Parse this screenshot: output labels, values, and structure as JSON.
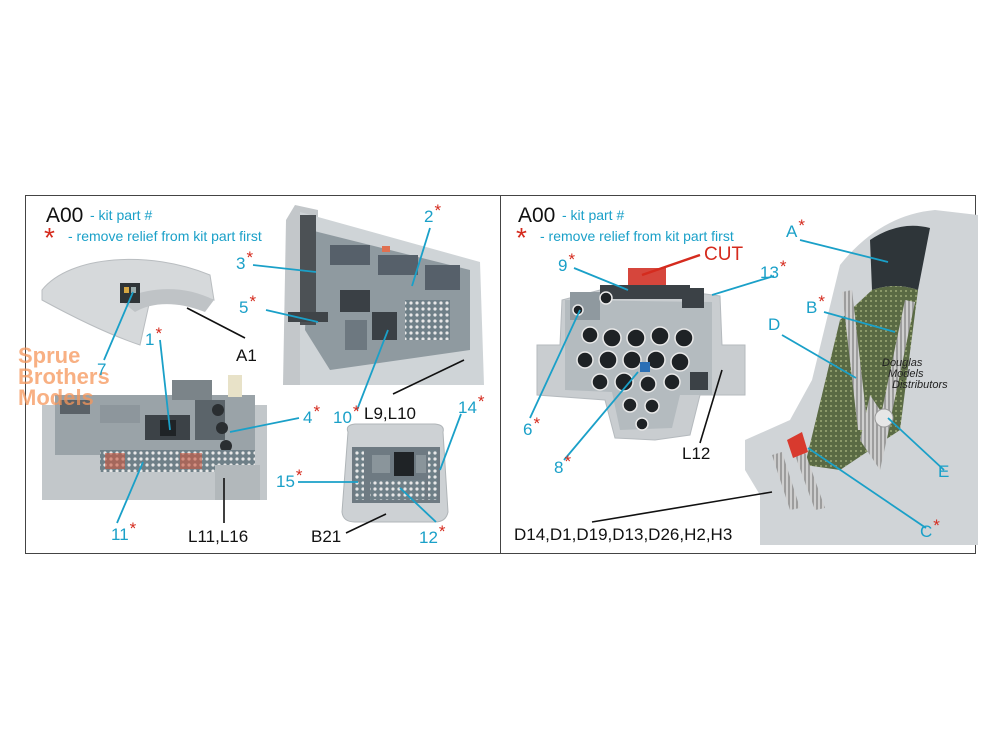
{
  "panels": [
    {
      "header": {
        "code": "A00",
        "kit_part": "- kit part #",
        "star": "*",
        "remove_note": "- remove relief from kit part first"
      },
      "callouts": [
        {
          "id": "c1",
          "num": "1",
          "star": "*"
        },
        {
          "id": "c2",
          "num": "2",
          "star": "*"
        },
        {
          "id": "c3",
          "num": "3",
          "star": "*"
        },
        {
          "id": "c4",
          "num": "4",
          "star": "*"
        },
        {
          "id": "c5",
          "num": "5",
          "star": "*"
        },
        {
          "id": "c7",
          "num": "7",
          "star": ""
        },
        {
          "id": "c10",
          "num": "10",
          "star": "*"
        },
        {
          "id": "c11",
          "num": "11",
          "star": "*"
        },
        {
          "id": "c12",
          "num": "12",
          "star": "*"
        },
        {
          "id": "c14",
          "num": "14",
          "star": "*"
        },
        {
          "id": "c15",
          "num": "15",
          "star": "*"
        }
      ],
      "parts": [
        "A1",
        "L9,L10",
        "L11,L16",
        "B21"
      ]
    },
    {
      "header": {
        "code": "A00",
        "kit_part": "- kit part #",
        "star": "*",
        "remove_note": "- remove relief from kit part first"
      },
      "callouts": [
        {
          "id": "c6",
          "num": "6",
          "star": "*"
        },
        {
          "id": "c8",
          "num": "8",
          "star": "*"
        },
        {
          "id": "c9",
          "num": "9",
          "star": "*"
        },
        {
          "id": "c13",
          "num": "13",
          "star": "*"
        },
        {
          "id": "cA",
          "num": "A",
          "star": "*"
        },
        {
          "id": "cB",
          "num": "B",
          "star": "*"
        },
        {
          "id": "cC",
          "num": "C",
          "star": "*"
        },
        {
          "id": "cD",
          "num": "D",
          "star": ""
        },
        {
          "id": "cE",
          "num": "E",
          "star": ""
        }
      ],
      "parts": [
        "L12",
        "D14,D1,D19,D13,D26,H2,H3"
      ],
      "cut_label": "CUT"
    }
  ],
  "watermarks": {
    "sprue_brothers": [
      "Sprue",
      "Brothers",
      "Models"
    ],
    "douglas": [
      "Douglas",
      "Models",
      "Distributors"
    ]
  },
  "colors": {
    "callout_blue": "#1aa0c8",
    "star_red": "#d52b1e",
    "part_gray": "#c9cdd0"
  }
}
